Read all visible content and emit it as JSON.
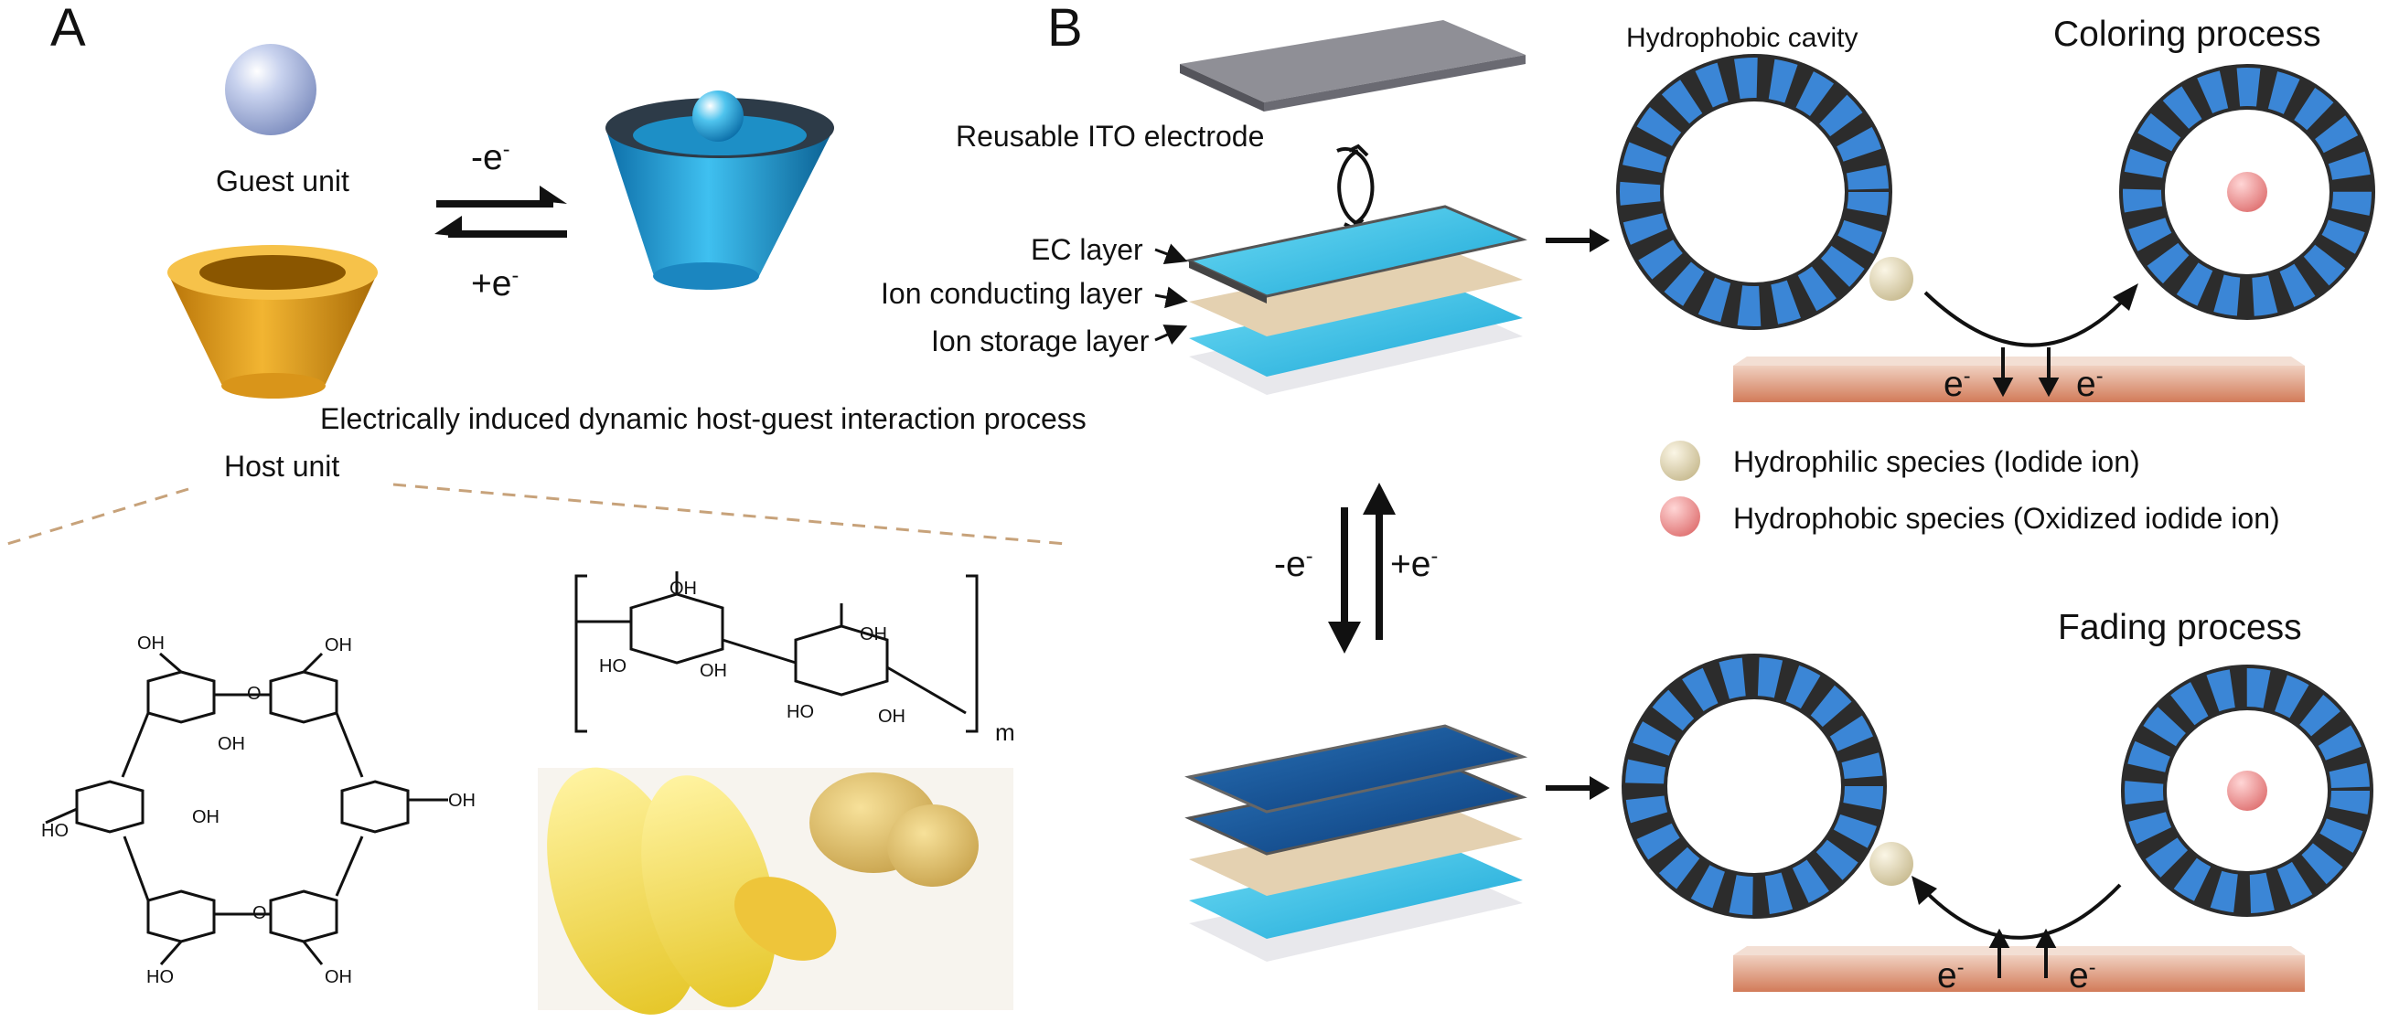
{
  "panels": {
    "a": "A",
    "b": "B"
  },
  "panel_a": {
    "guest_unit": "Guest unit",
    "host_unit": "Host unit",
    "minus_e": "-e",
    "plus_e": "+e",
    "e_sup": "-",
    "process": "Electrically induced dynamic host-guest interaction process",
    "chem_labels": [
      "OH",
      "HO",
      "O"
    ],
    "polymer_repeat": "m",
    "colors": {
      "guest": "#b9c6e6",
      "host": "#e0a21a",
      "complex": "#2aa6de",
      "dashed": "#c7a27a"
    }
  },
  "panel_b": {
    "reusable_ito": "Reusable ITO electrode",
    "ec_layer": "EC layer",
    "ion_conducting_layer": "Ion conducting layer",
    "ion_storage_layer": "Ion storage layer",
    "minus_e": "-e",
    "plus_e": "+e",
    "e_sup": "-",
    "hydrophobic_cavity": "Hydrophobic cavity",
    "coloring_process": "Coloring process",
    "fading_process": "Fading process",
    "electron": "e",
    "legend": {
      "hydrophilic": "Hydrophilic species (Iodide ion)",
      "hydrophobic": "Hydrophobic species (Oxidized iodide ion)"
    },
    "colors": {
      "ec_light": "#33c2e8",
      "ec_dark": "#0f4f95",
      "ion_conducting": "#e4d1b1",
      "electrode": "#d98a6a",
      "hydrophilic": "#ddd3b4",
      "hydrophobic": "#f08f8f",
      "atom_blue": "#3b86d6",
      "atom_dark": "#2c2c2c"
    }
  }
}
